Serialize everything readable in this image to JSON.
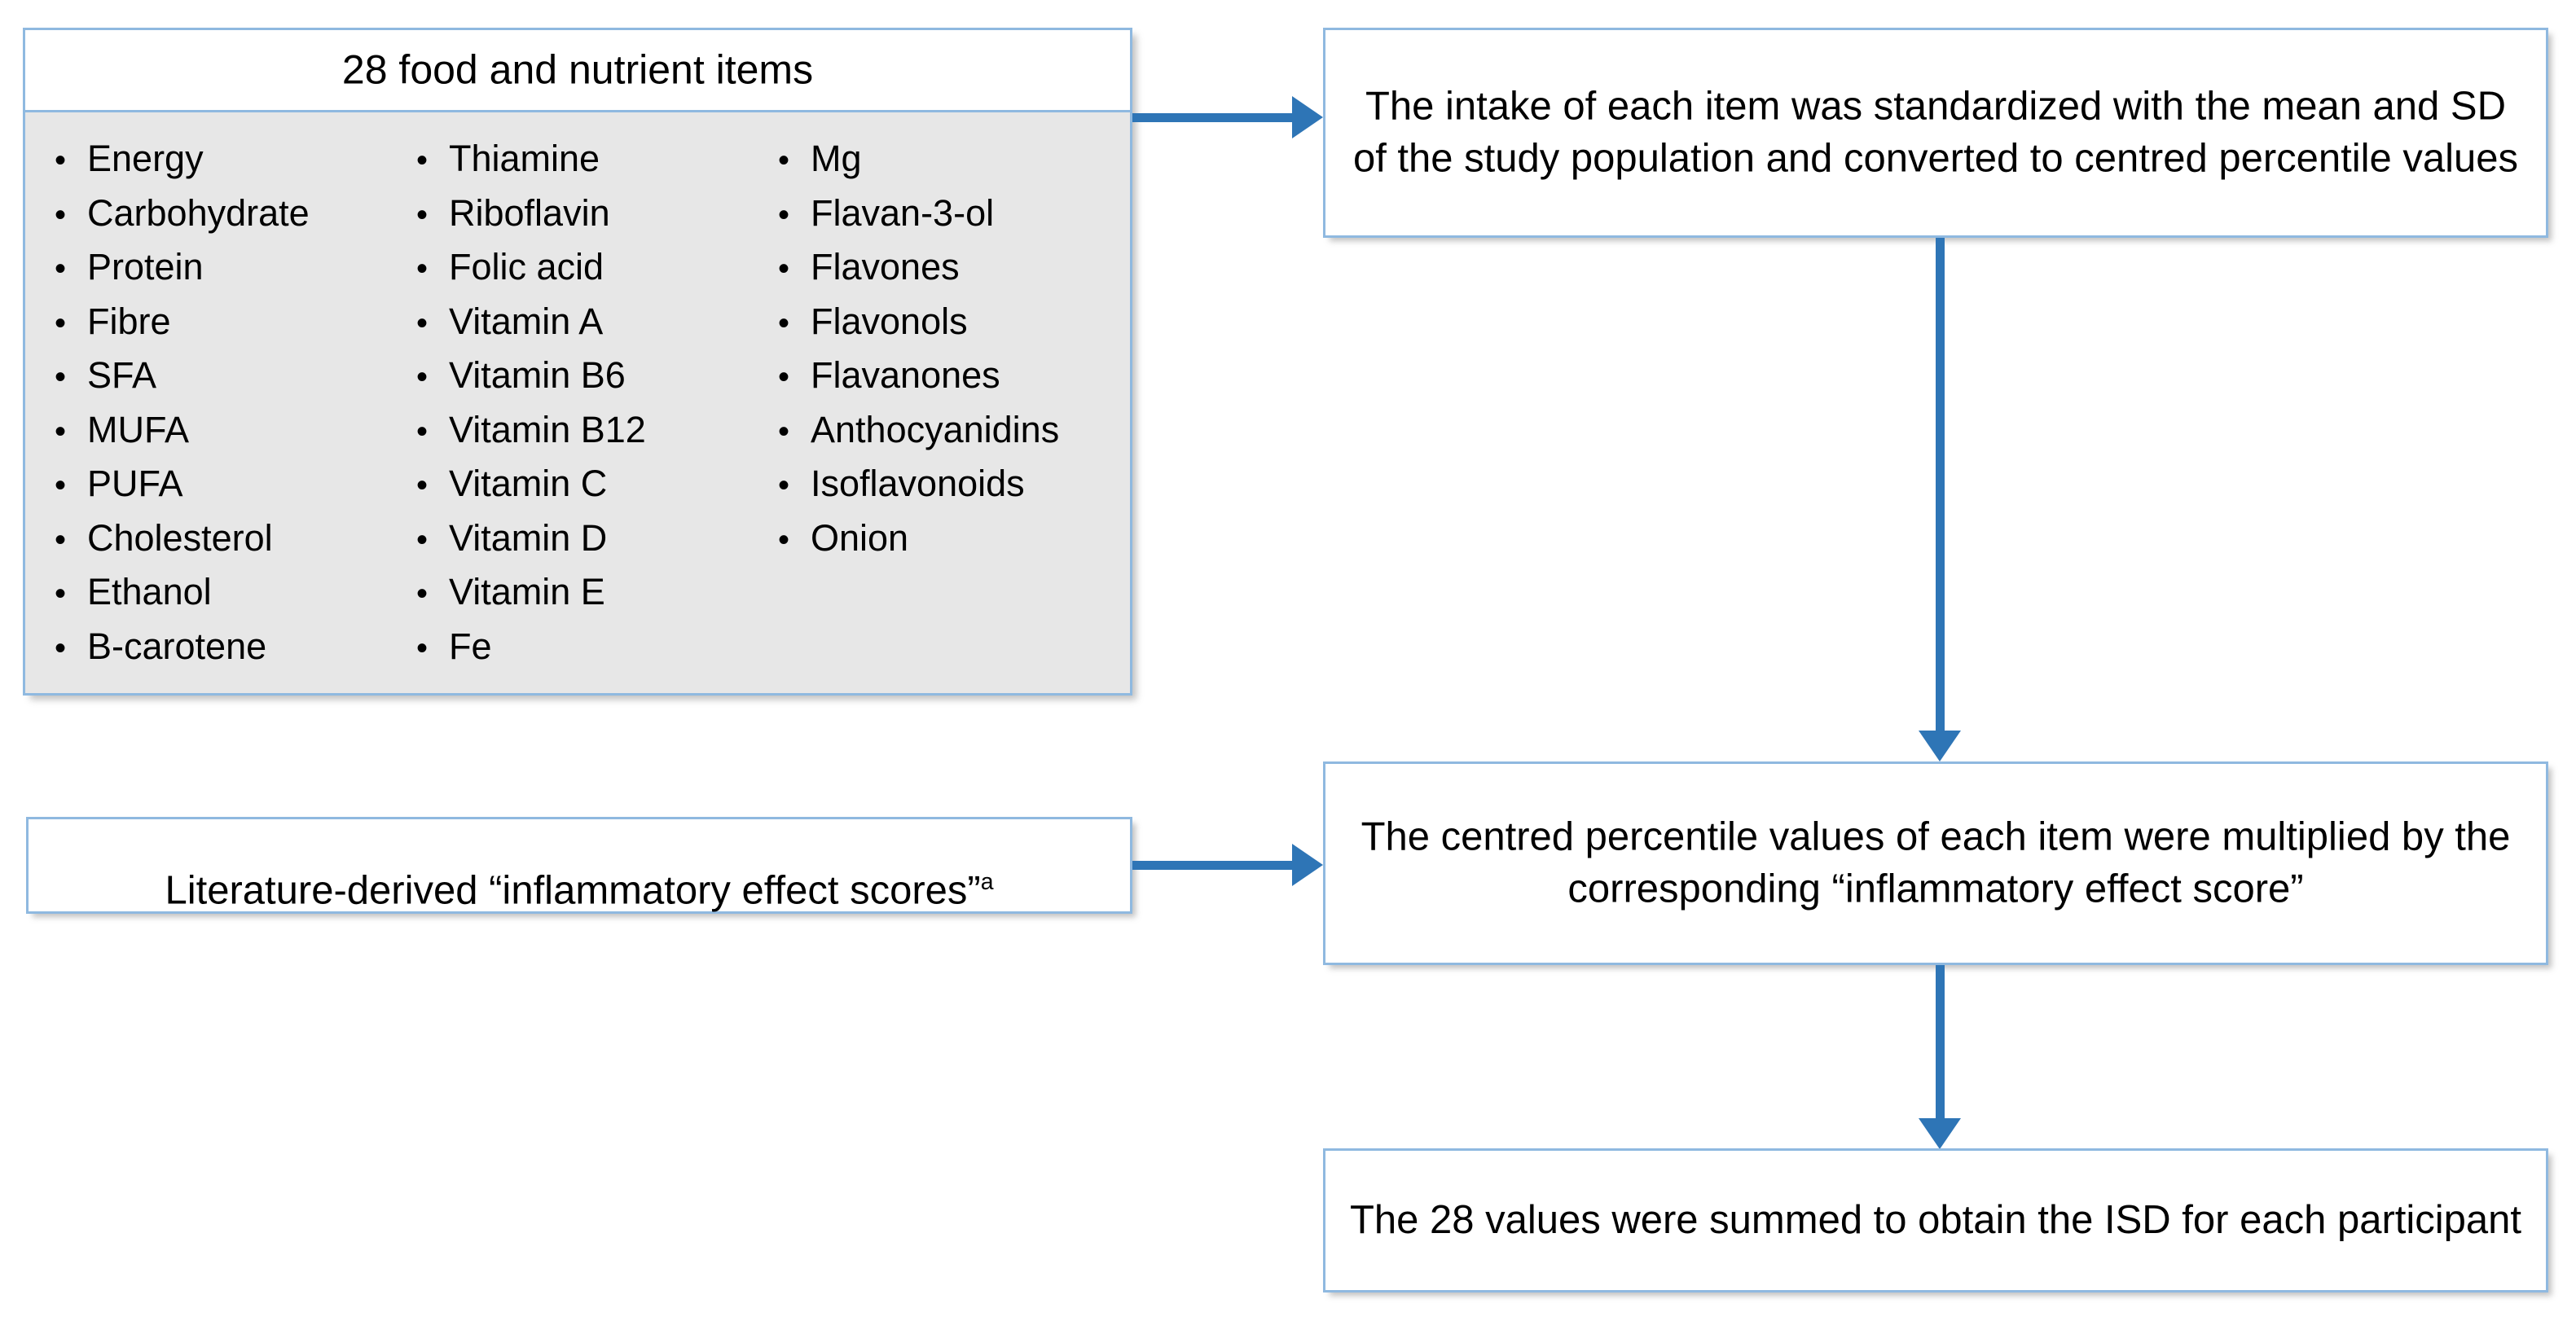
{
  "diagram": {
    "title": "28 food and nutrient items",
    "accent_color": "#2E75B6",
    "border_color": "#8FB9E0",
    "list_background": "#E7E7E7",
    "box_background": "#FFFFFF"
  },
  "items_panel": {
    "header": "28 food and nutrient items",
    "bullet_glyph": "•",
    "columns": [
      {
        "items": [
          "Energy",
          "Carbohydrate",
          "Protein",
          "Fibre",
          "SFA",
          "MUFA",
          "PUFA",
          "Cholesterol",
          "Ethanol",
          "B-carotene"
        ]
      },
      {
        "items": [
          "Thiamine",
          "Riboflavin",
          "Folic acid",
          "Vitamin A",
          "Vitamin B6",
          "Vitamin B12",
          "Vitamin C",
          "Vitamin D",
          "Vitamin E",
          "Fe"
        ]
      },
      {
        "items": [
          "Mg",
          "Flavan-3-ol",
          "Flavones",
          "Flavonols",
          "Flavanones",
          "Anthocyanidins",
          "Isoflavonoids",
          "Onion"
        ]
      }
    ]
  },
  "scores_box": {
    "text_before": "Literature-derived “inflammatory effect scores”",
    "superscript": "a"
  },
  "steps": {
    "standardize": "The intake of each item was standardized with the mean and SD of the study population and converted to centred percentile values",
    "multiply": "The centred percentile values of each item were multiplied by the corresponding “inflammatory effect score”",
    "sum": "The 28 values were summed to obtain the ISD for each participant"
  },
  "arrows": {
    "items_to_standardize": "arrow-right",
    "standardize_to_multiply": "arrow-down",
    "scores_to_multiply": "arrow-right",
    "multiply_to_sum": "arrow-down"
  }
}
